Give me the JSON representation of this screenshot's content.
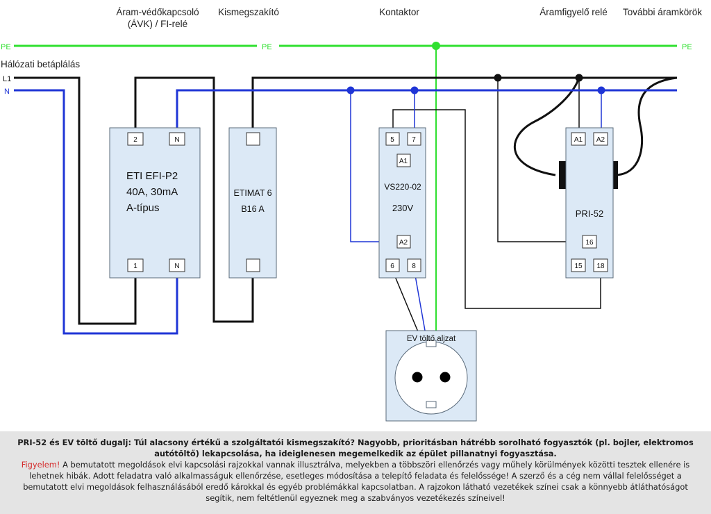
{
  "headers": {
    "rcd_line1": "Áram-védőkapcsoló",
    "rcd_line2": "(ÁVK) / FI-relé",
    "breaker": "Kismegszakító",
    "contactor": "Kontaktor",
    "monitor": "Áramfigyelő relé",
    "further": "További áramkörök"
  },
  "lines": {
    "pe": "PE",
    "l1": "L1",
    "n": "N",
    "supply": "Hálózati betáplálás"
  },
  "colors": {
    "phase": "#111111",
    "neutral": "#1f35d6",
    "pe": "#2fe02f",
    "device_fill": "#dce9f6",
    "device_stroke": "#5a6a7a"
  },
  "rcd": {
    "name": "ETI EFI-P2",
    "rating": "40A, 30mA",
    "type": "A-típus",
    "terminals": {
      "in_l": "2",
      "in_n": "N",
      "out_l": "1",
      "out_n": "N"
    }
  },
  "breaker": {
    "name": "ETIMAT 6",
    "rating": "B16 A"
  },
  "contactor": {
    "name": "VS220-02",
    "voltage": "230V",
    "terminals": {
      "t5": "5",
      "t7": "7",
      "a1": "A1",
      "a2": "A2",
      "t6": "6",
      "t8": "8"
    }
  },
  "monitor": {
    "name": "PRI-52",
    "terminals": {
      "a1": "A1",
      "a2": "A2",
      "t16": "16",
      "t15": "15",
      "t18": "18"
    }
  },
  "socket": {
    "label": "EV töltő aljzat"
  },
  "caption": {
    "heading": "PRI-52 és EV töltő dugalj: Túl alacsony értékű a szolgáltatói kismegszakító? Nagyobb, prioritásban hátrébb sorolható fogyasztók (pl. bojler, elektromos autótöltő) lekapcsolása, ha ideiglenesen megemelkedik az épület pillanatnyi fogyasztása.",
    "warning_label": "Figyelem!",
    "warning_text": " A bemutatott megoldások elvi kapcsolási rajzokkal vannak illusztrálva, melyekben a többszöri ellenőrzés vagy műhely körülmények közötti tesztek ellenére is lehetnek hibák. Adott feladatra való alkalmasságuk ellenőrzése, esetleges módosítása a telepítő feladata és felelőssége! A szerző és a cég nem vállal felelősséget a bemutatott elvi megoldások felhasználásából eredő károkkal és egyéb problémákkal kapcsolatban. A rajzokon látható vezetékek színei csak a könnyebb átláthatóságot segítik, nem feltétlenül egyeznek meg a szabványos vezetékezés színeivel!"
  }
}
